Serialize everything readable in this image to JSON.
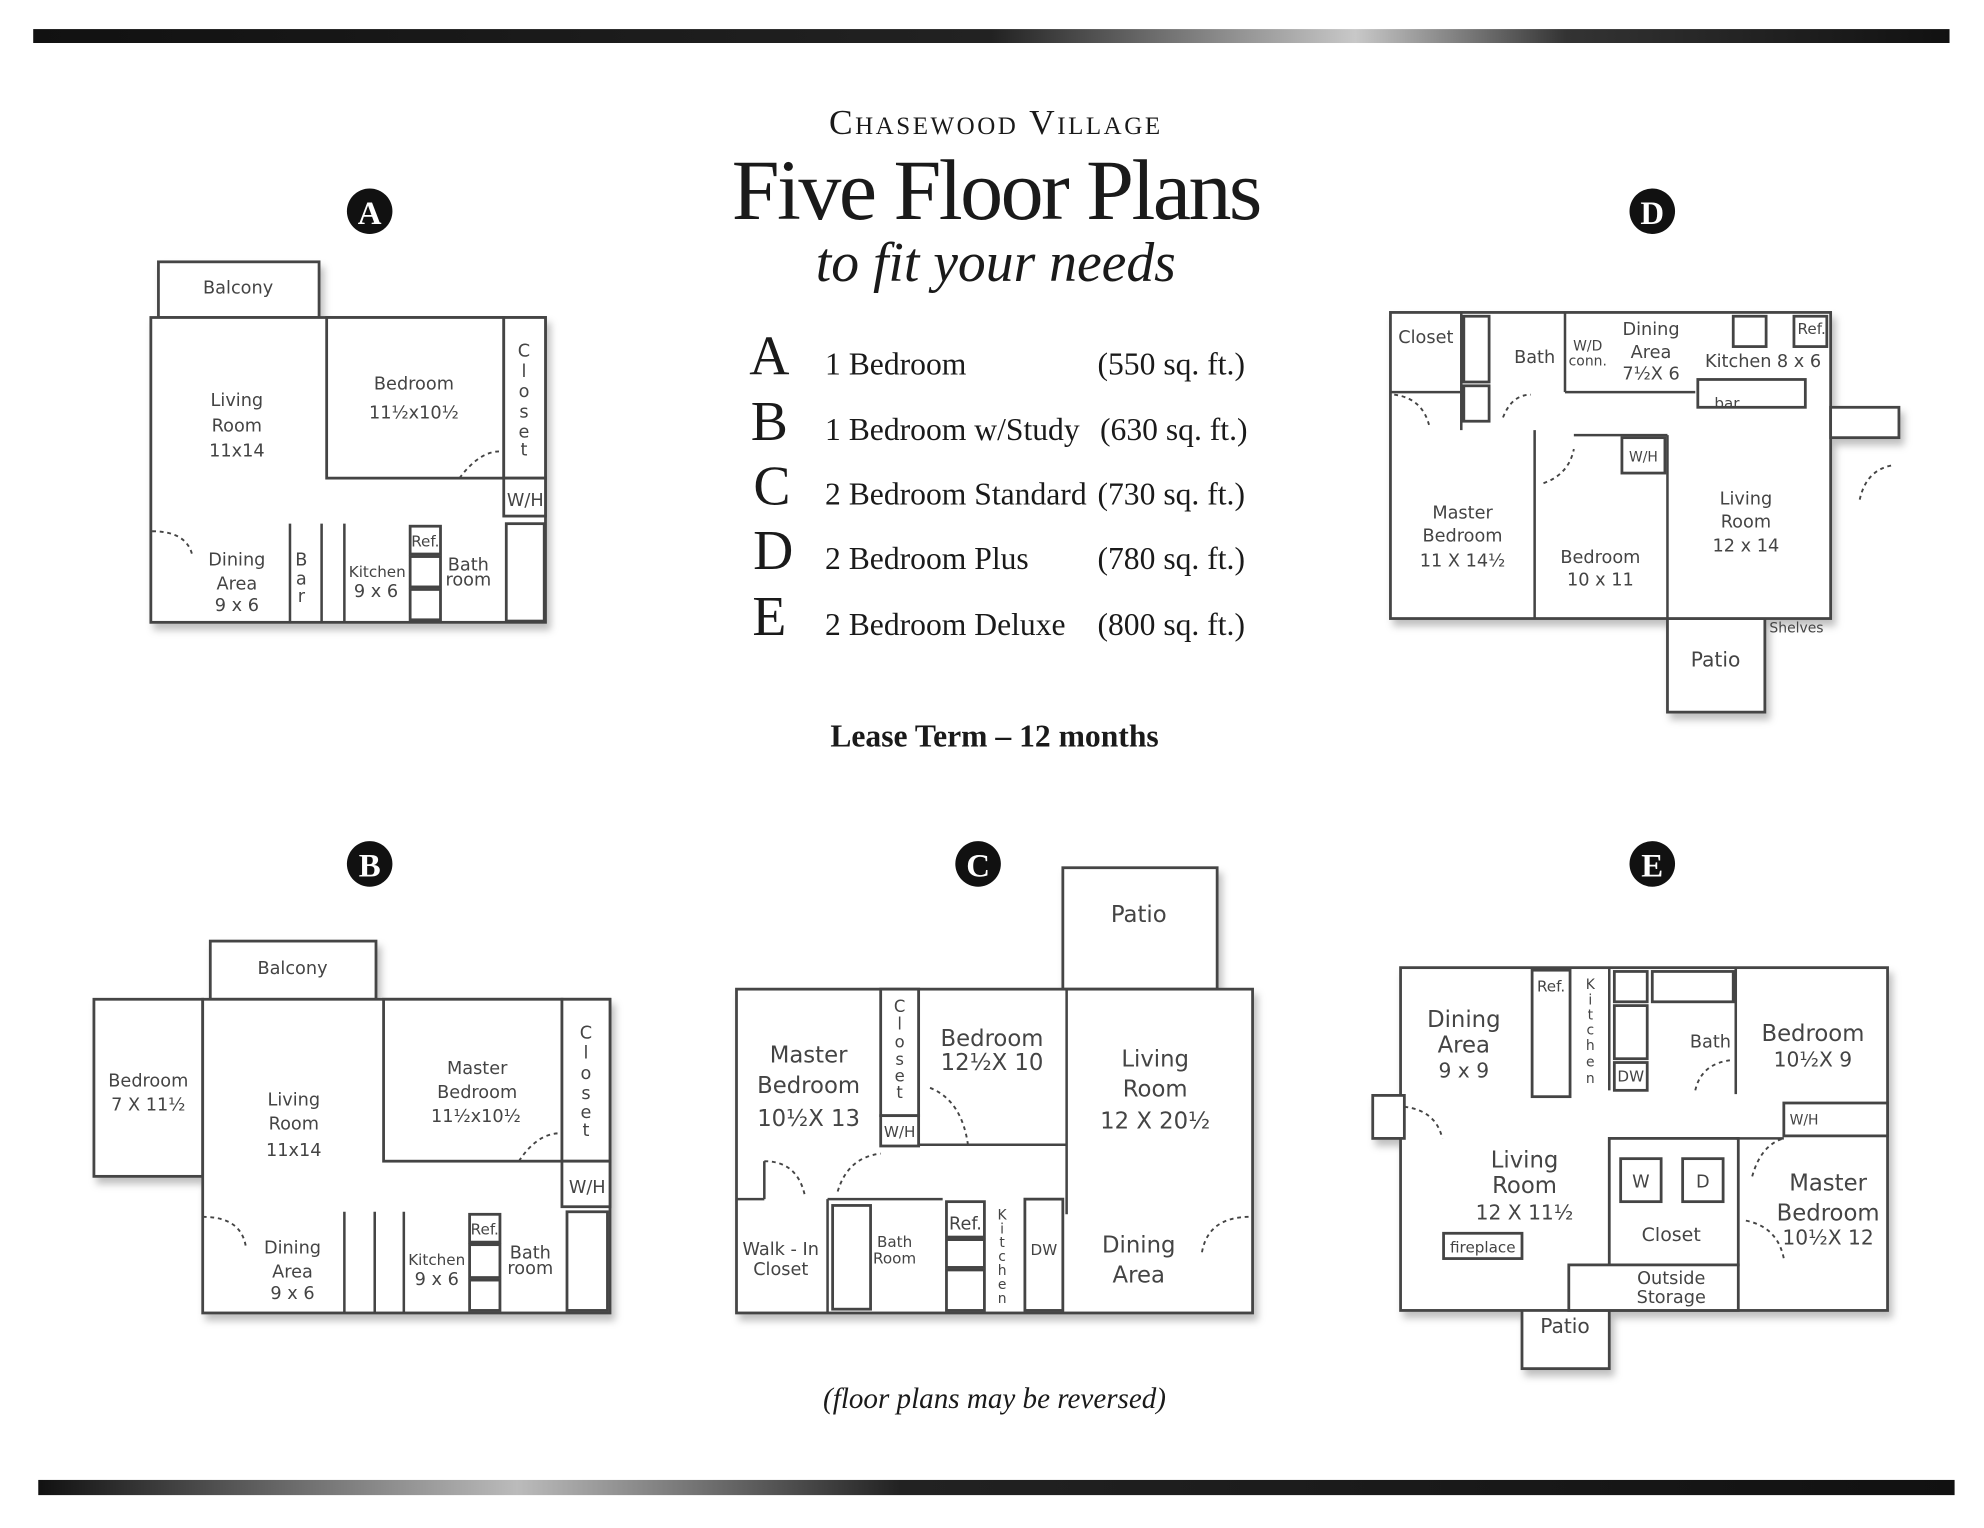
{
  "header": {
    "brand": "Chasewood Village",
    "title": "Five Floor Plans",
    "subtitle": "to fit your needs"
  },
  "plan_list": [
    {
      "letter": "A",
      "type": "1 Bedroom",
      "size": "(550 sq. ft.)"
    },
    {
      "letter": "B",
      "type": "1 Bedroom w/Study",
      "size": "(630 sq. ft.)"
    },
    {
      "letter": "C",
      "type": "2 Bedroom Standard",
      "size": "(730 sq. ft.)"
    },
    {
      "letter": "D",
      "type": "2 Bedroom Plus",
      "size": "(780 sq. ft.)"
    },
    {
      "letter": "E",
      "type": "2 Bedroom Deluxe",
      "size": "(800 sq. ft.)"
    }
  ],
  "lease_term": "Lease Term – 12 months",
  "footer_note": "(floor plans may be reversed)",
  "plans": {
    "A": {
      "badge": "A",
      "labels": [
        "Balcony",
        "Living",
        "Room",
        "11x14",
        "Bedroom",
        "11½x10½",
        "C",
        "l",
        "o",
        "s",
        "e",
        "t",
        "W/H",
        "Dining",
        "Area",
        "9 x 6",
        "B",
        "a",
        "r",
        "Kitchen",
        "9 x 6",
        "Ref.",
        "Bath",
        "room"
      ]
    },
    "B": {
      "badge": "B",
      "labels": [
        "Balcony",
        "Bedroom",
        "7 X 11½",
        "Living",
        "Room",
        "11x14",
        "Master",
        "Bedroom",
        "11½x10½",
        "C",
        "l",
        "o",
        "s",
        "e",
        "t",
        "W/H",
        "Dining",
        "Area",
        "9 x 6",
        "Kitchen",
        "9 x 6",
        "Ref.",
        "Bath",
        "room"
      ]
    },
    "C": {
      "badge": "C",
      "labels": [
        "Patio",
        "Master",
        "Bedroom",
        "10½X 13",
        "C",
        "l",
        "o",
        "s",
        "e",
        "t",
        "W/H",
        "Bedroom",
        "12½X 10",
        "Living",
        "Room",
        "12 X 20½",
        "Walk - In",
        "Closet",
        "Bath",
        "Room",
        "Ref.",
        "K",
        "i",
        "t",
        "c",
        "h",
        "e",
        "n",
        "DW",
        "Dining",
        "Area"
      ]
    },
    "D": {
      "badge": "D",
      "labels": [
        "Closet",
        "Bath",
        "W/D",
        "conn.",
        "Dining",
        "Area",
        "7½X 6",
        "Ref.",
        "Kitchen",
        "8 x 6",
        "bar",
        "W/H",
        "Master",
        "Bedroom",
        "11 X 14½",
        "Bedroom",
        "10 x 11",
        "Living",
        "Room",
        "12 x 14",
        "Shelves",
        "Patio"
      ]
    },
    "E": {
      "badge": "E",
      "labels": [
        "Dining",
        "Area",
        "9 x 9",
        "Ref.",
        "K",
        "i",
        "t",
        "c",
        "h",
        "e",
        "n",
        "Bath",
        "DW",
        "Bedroom",
        "10½X 9",
        "W/H",
        "Living",
        "Room",
        "12 X 11½",
        "W",
        "D",
        "Closet",
        "Master",
        "Bedroom",
        "10½X 12",
        "fireplace",
        "Outside",
        "Storage",
        "Patio"
      ]
    }
  }
}
